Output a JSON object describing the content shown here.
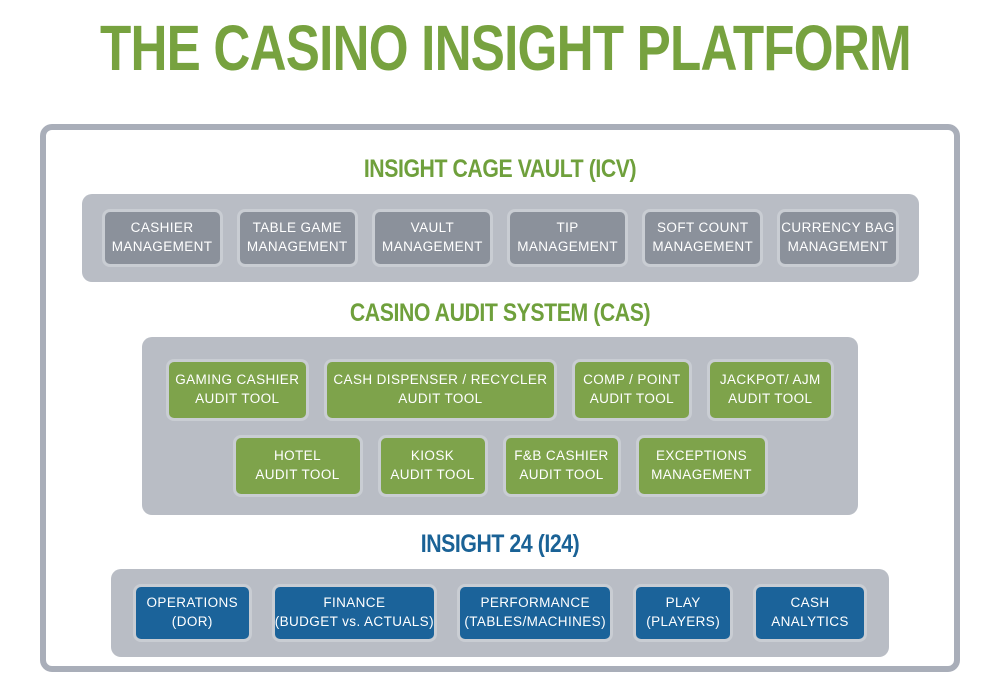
{
  "title": "THE CASINO INSIGHT PLATFORM",
  "colors": {
    "title_green": "#77a23f",
    "heading_green": "#6fa03c",
    "heading_blue": "#1a6296",
    "box_gray": "#8b919b",
    "box_green": "#7ea34b",
    "box_blue": "#1b639a",
    "tray_gray": "#b9bdc5",
    "frame_border": "#a9aeb9"
  },
  "sections": {
    "icv": {
      "heading": "INSIGHT CAGE VAULT (ICV)",
      "boxes": [
        {
          "line1": "CASHIER",
          "line2": "MANAGEMENT"
        },
        {
          "line1": "TABLE GAME",
          "line2": "MANAGEMENT"
        },
        {
          "line1": "VAULT",
          "line2": "MANAGEMENT"
        },
        {
          "line1": "TIP",
          "line2": "MANAGEMENT"
        },
        {
          "line1": "SOFT COUNT",
          "line2": "MANAGEMENT"
        },
        {
          "line1": "CURRENCY BAG",
          "line2": "MANAGEMENT"
        }
      ]
    },
    "cas": {
      "heading": "CASINO AUDIT SYSTEM (CAS)",
      "row1": [
        {
          "line1": "GAMING CASHIER",
          "line2": "AUDIT TOOL"
        },
        {
          "line1": "CASH DISPENSER / RECYCLER",
          "line2": "AUDIT TOOL"
        },
        {
          "line1": "COMP / POINT",
          "line2": "AUDIT TOOL"
        },
        {
          "line1": "JACKPOT/ AJM",
          "line2": "AUDIT TOOL"
        }
      ],
      "row2": [
        {
          "line1": "HOTEL",
          "line2": "AUDIT TOOL"
        },
        {
          "line1": "KIOSK",
          "line2": "AUDIT TOOL"
        },
        {
          "line1": "F&B CASHIER",
          "line2": "AUDIT TOOL"
        },
        {
          "line1": "EXCEPTIONS",
          "line2": "MANAGEMENT"
        }
      ]
    },
    "i24": {
      "heading": "INSIGHT 24 (I24)",
      "boxes": [
        {
          "line1": "OPERATIONS",
          "line2": "(DOR)"
        },
        {
          "line1": "FINANCE",
          "line2": "(BUDGET vs. ACTUALS)"
        },
        {
          "line1": "PERFORMANCE",
          "line2": "(TABLES/MACHINES)"
        },
        {
          "line1": "PLAY",
          "line2": "(PLAYERS)"
        },
        {
          "line1": "CASH",
          "line2": "ANALYTICS"
        }
      ]
    }
  }
}
